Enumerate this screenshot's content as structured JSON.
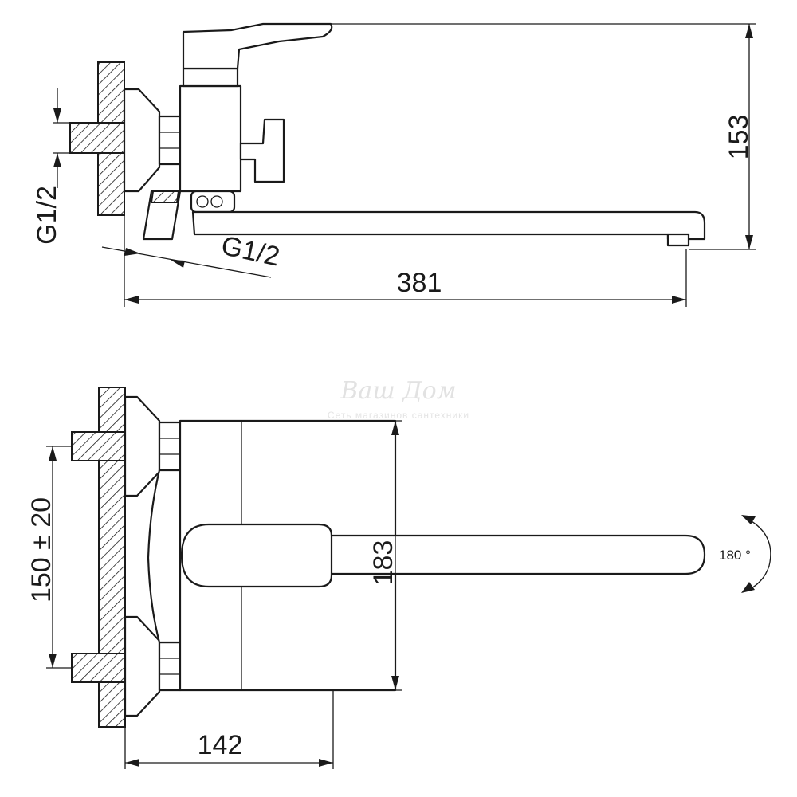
{
  "side_view": {
    "dim_height": "153",
    "dim_length": "381",
    "thread_inlet": "G1/2",
    "thread_outlet": "G1/2"
  },
  "top_view": {
    "dim_spacing": "150 ± 20",
    "dim_depth": "142",
    "dim_body": "183",
    "rotation": "180 °"
  },
  "watermark": {
    "brand": "Ваш Дом",
    "tagline": "Сеть магазинов сантехники"
  }
}
